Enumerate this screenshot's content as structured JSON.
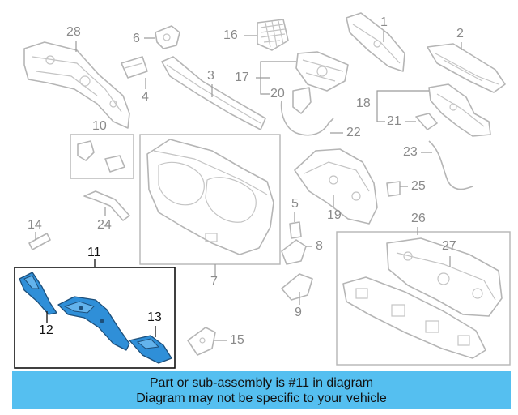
{
  "callouts": {
    "c1": "1",
    "c2": "2",
    "c3": "3",
    "c4": "4",
    "c5": "5",
    "c6": "6",
    "c7": "7",
    "c8": "8",
    "c9": "9",
    "c10": "10",
    "c11": "11",
    "c12": "12",
    "c13": "13",
    "c14": "14",
    "c15": "15",
    "c16": "16",
    "c17": "17",
    "c18": "18",
    "c19": "19",
    "c20": "20",
    "c21": "21",
    "c22": "22",
    "c23": "23",
    "c24": "24",
    "c25": "25",
    "c26": "26",
    "c27": "27",
    "c28": "28"
  },
  "highlighted_part": "11",
  "banner": {
    "line1": "Part or sub-assembly is #11 in diagram",
    "line2": "Diagram may not be specific to your vehicle"
  },
  "colors": {
    "banner_background": "#55bff0",
    "highlight_fill": "#2f8fd8",
    "inactive_part_stroke": "#b5b5b5",
    "callout_gray": "#8a8a8a"
  }
}
